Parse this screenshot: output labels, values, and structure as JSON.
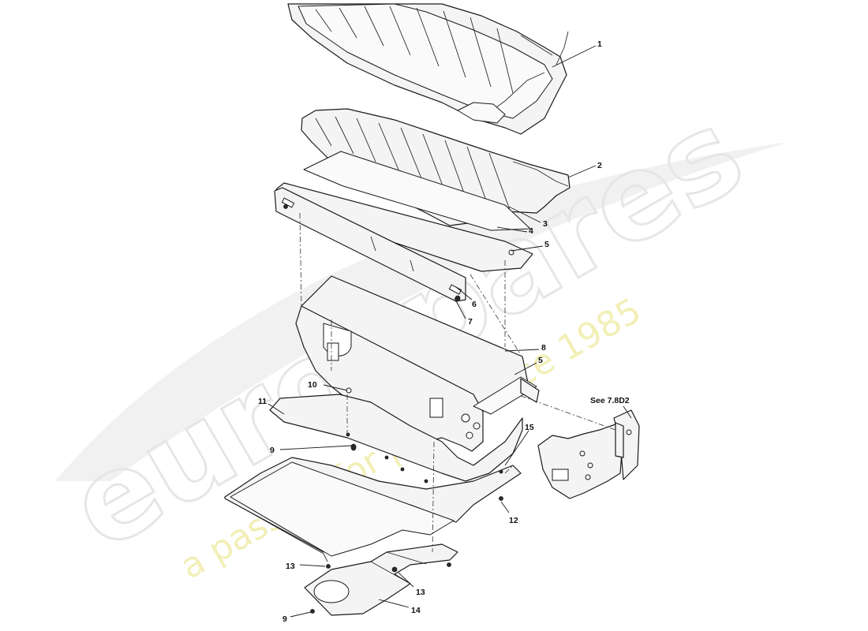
{
  "watermark": {
    "brand": "eurospares",
    "tagline": "a passion for parts since 1985"
  },
  "callouts": {
    "c1": "1",
    "c2": "2",
    "c3": "3",
    "c4": "4",
    "c5a": "5",
    "c6": "6",
    "c7": "7",
    "c8": "8",
    "c5b": "5",
    "c10": "10",
    "c11": "11",
    "c9a": "9",
    "c15": "15",
    "c12": "12",
    "c13a": "13",
    "c13b": "13",
    "c9b": "9",
    "c14": "14",
    "see_ref": "See 7.8D2"
  }
}
